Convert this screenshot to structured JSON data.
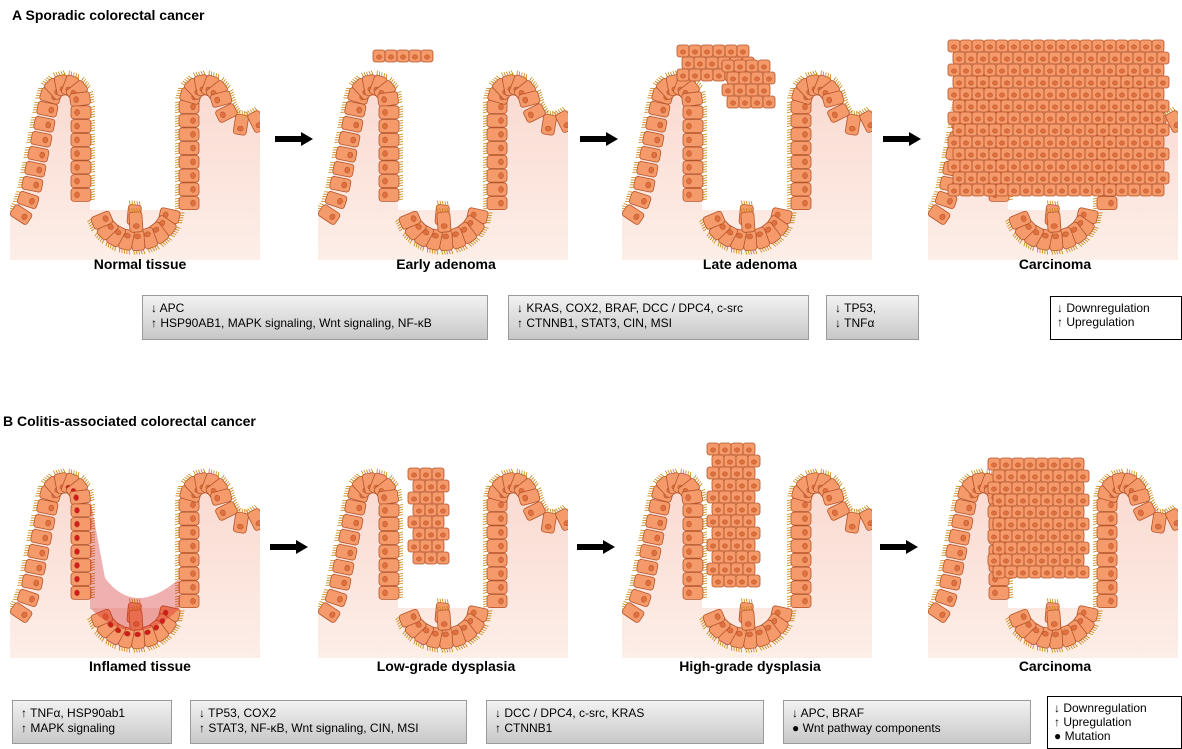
{
  "colors": {
    "tissue_bg": "#f9d9cf",
    "cell_fill": "#f59a6b",
    "cell_stroke": "#b4542a",
    "cilia": "#c8830e",
    "inflamed": "#d21c1c",
    "box_border": "#9a9a9a"
  },
  "panel_a": {
    "title": "A Sporadic colorectal cancer",
    "stages": [
      {
        "label": "Normal tissue"
      },
      {
        "label": "Early adenoma"
      },
      {
        "label": "Late adenoma"
      },
      {
        "label": "Carcinoma"
      }
    ],
    "boxes": [
      {
        "line1": "↓ APC",
        "line2": "↑ HSP90AB1, MAPK signaling, Wnt signaling, NF-κB"
      },
      {
        "line1": "↓ KRAS, COX2, BRAF, DCC / DPC4, c-src",
        "line2": "↑ CTNNB1, STAT3, CIN, MSI"
      },
      {
        "line1": "↓ TP53,",
        "line2": "↓ TNFα"
      }
    ],
    "legend": {
      "down": "↓ Downregulation",
      "up": "↑ Upregulation"
    }
  },
  "panel_b": {
    "title": "B Colitis-associated colorectal cancer",
    "stages": [
      {
        "label": "Inflamed tissue"
      },
      {
        "label": "Low-grade dysplasia"
      },
      {
        "label": "High-grade dysplasia"
      },
      {
        "label": "Carcinoma"
      }
    ],
    "boxes": [
      {
        "line1": "↑ TNFα, HSP90ab1",
        "line2": "↑ MAPK signaling"
      },
      {
        "line1": "↓ TP53, COX2",
        "line2": "↑ STAT3, NF-κB, Wnt signaling, CIN, MSI"
      },
      {
        "line1": "↓ DCC / DPC4, c-src, KRAS",
        "line2": "↑ CTNNB1"
      },
      {
        "line1": "↓ APC, BRAF",
        "line2": "● Wnt pathway components"
      }
    ],
    "legend": {
      "down": "↓ Downregulation",
      "up": "↑ Upregulation",
      "mutation": "● Mutation"
    }
  }
}
